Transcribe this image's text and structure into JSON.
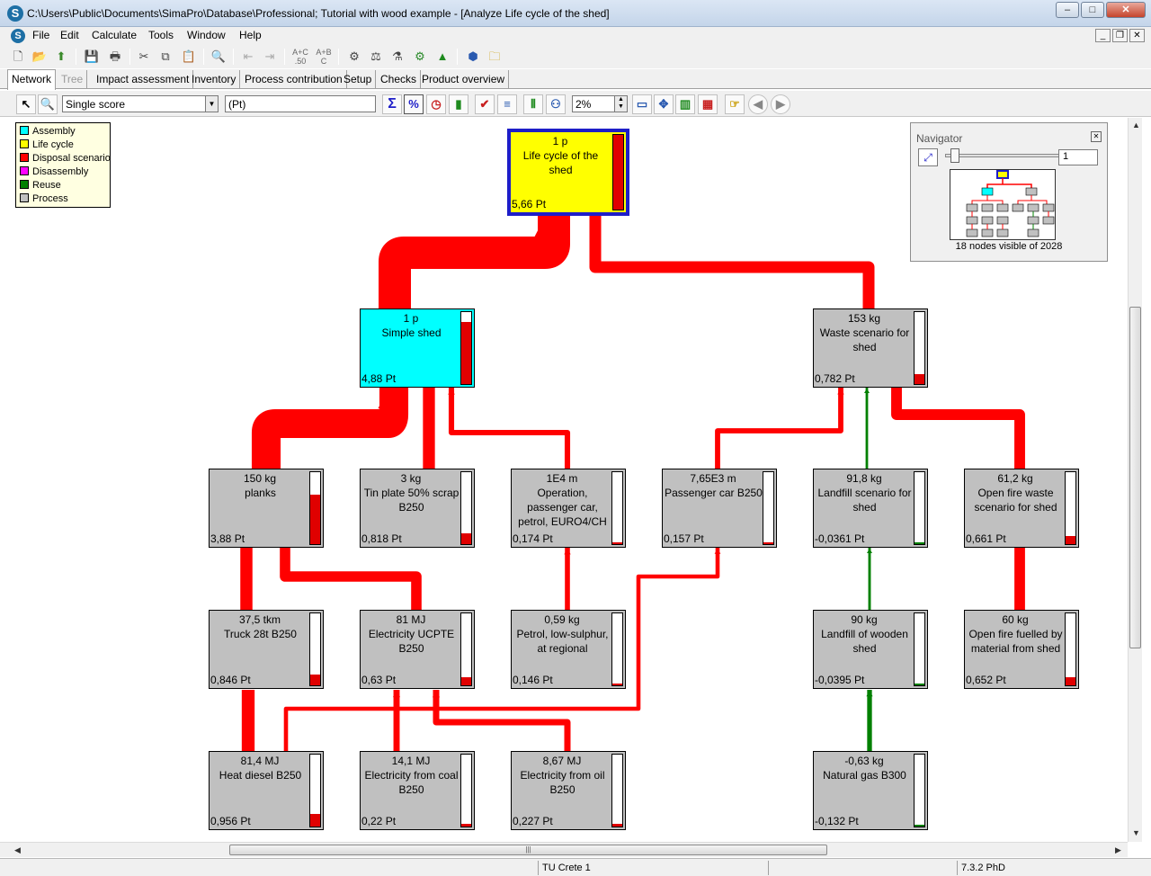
{
  "window": {
    "title": "C:\\Users\\Public\\Documents\\SimaPro\\Database\\Professional; Tutorial with wood example - [Analyze Life cycle of the shed]"
  },
  "menu": [
    "File",
    "Edit",
    "Calculate",
    "Tools",
    "Window",
    "Help"
  ],
  "tabs": [
    {
      "label": "Network",
      "state": "active"
    },
    {
      "label": "Tree",
      "state": "disabled"
    },
    {
      "label": "Impact assessment",
      "state": "normal"
    },
    {
      "label": "Inventory",
      "state": "normal"
    },
    {
      "label": "Process contribution",
      "state": "normal"
    },
    {
      "label": "Setup",
      "state": "normal"
    },
    {
      "label": "Checks",
      "state": "normal"
    },
    {
      "label": "Product overview",
      "state": "normal"
    }
  ],
  "analysis_toolbar": {
    "indicator_select": "Single score",
    "unit_field": "(Pt)",
    "cutoff_value": "2%"
  },
  "legend": [
    {
      "label": "Assembly",
      "color": "#00ffff"
    },
    {
      "label": "Life cycle",
      "color": "#ffff00"
    },
    {
      "label": "Disposal scenario",
      "color": "#ff0000"
    },
    {
      "label": "Disassembly",
      "color": "#ff00ff"
    },
    {
      "label": "Reuse",
      "color": "#008000"
    },
    {
      "label": "Process",
      "color": "#c0c0c0"
    }
  ],
  "nodes": [
    {
      "amount": "1 p",
      "name": "Life cycle of the shed",
      "score": "5,66 Pt",
      "kind": "Life cycle",
      "bar_fraction": 1.0,
      "bar_color": "#e00000"
    },
    {
      "amount": "1 p",
      "name": "Simple shed",
      "score": "4,88 Pt",
      "kind": "Assembly",
      "bar_fraction": 0.862,
      "bar_color": "#e00000"
    },
    {
      "amount": "153 kg",
      "name": "Waste scenario for shed",
      "score": "0,782 Pt",
      "kind": "Process",
      "bar_fraction": 0.138,
      "bar_color": "#e00000"
    },
    {
      "amount": "150 kg",
      "name": "planks",
      "score": "3,88 Pt",
      "kind": "Process",
      "bar_fraction": 0.686,
      "bar_color": "#e00000"
    },
    {
      "amount": "3 kg",
      "name": "Tin plate 50% scrap B250",
      "score": "0,818 Pt",
      "kind": "Process",
      "bar_fraction": 0.145,
      "bar_color": "#e00000"
    },
    {
      "amount": "1E4 m",
      "name": "Operation, passenger car, petrol, EURO4/CH",
      "score": "0,174 Pt",
      "kind": "Process",
      "bar_fraction": 0.031,
      "bar_color": "#e00000"
    },
    {
      "amount": "7,65E3 m",
      "name": "Passenger car B250",
      "score": "0,157 Pt",
      "kind": "Process",
      "bar_fraction": 0.028,
      "bar_color": "#e00000"
    },
    {
      "amount": "91,8 kg",
      "name": "Landfill scenario for shed",
      "score": "-0,0361 Pt",
      "kind": "Process",
      "bar_fraction": 0.01,
      "bar_color": "#008000"
    },
    {
      "amount": "61,2 kg",
      "name": "Open fire waste scenario for shed",
      "score": "0,661 Pt",
      "kind": "Process",
      "bar_fraction": 0.117,
      "bar_color": "#e00000"
    },
    {
      "amount": "37,5 tkm",
      "name": "Truck 28t B250",
      "score": "0,846 Pt",
      "kind": "Process",
      "bar_fraction": 0.15,
      "bar_color": "#e00000"
    },
    {
      "amount": "81 MJ",
      "name": "Electricity UCPTE B250",
      "score": "0,63 Pt",
      "kind": "Process",
      "bar_fraction": 0.111,
      "bar_color": "#e00000"
    },
    {
      "amount": "0,59 kg",
      "name": "Petrol, low-sulphur, at regional",
      "score": "0,146 Pt",
      "kind": "Process",
      "bar_fraction": 0.026,
      "bar_color": "#e00000"
    },
    {
      "amount": "90 kg",
      "name": "Landfill of wooden shed",
      "score": "-0,0395 Pt",
      "kind": "Process",
      "bar_fraction": 0.01,
      "bar_color": "#008000"
    },
    {
      "amount": "60 kg",
      "name": "Open fire fuelled by material from shed",
      "score": "0,652 Pt",
      "kind": "Process",
      "bar_fraction": 0.115,
      "bar_color": "#e00000"
    },
    {
      "amount": "81,4 MJ",
      "name": "Heat diesel B250",
      "score": "0,956 Pt",
      "kind": "Process",
      "bar_fraction": 0.169,
      "bar_color": "#e00000"
    },
    {
      "amount": "14,1 MJ",
      "name": "Electricity from coal B250",
      "score": "0,22 Pt",
      "kind": "Process",
      "bar_fraction": 0.039,
      "bar_color": "#e00000"
    },
    {
      "amount": "8,67 MJ",
      "name": "Electricity from oil B250",
      "score": "0,227 Pt",
      "kind": "Process",
      "bar_fraction": 0.04,
      "bar_color": "#e00000"
    },
    {
      "amount": "-0,63 kg",
      "name": "Natural gas B300",
      "score": "-0,132 Pt",
      "kind": "Process",
      "bar_fraction": 0.023,
      "bar_color": "#008000"
    }
  ],
  "flows": [
    {
      "from": "Simple shed",
      "to": "Life cycle of the shed",
      "color": "#ff0000",
      "weight": 4.88
    },
    {
      "from": "Waste scenario for shed",
      "to": "Life cycle of the shed",
      "color": "#ff0000",
      "weight": 0.782
    },
    {
      "from": "planks",
      "to": "Simple shed",
      "color": "#ff0000",
      "weight": 3.88
    },
    {
      "from": "Tin plate 50% scrap B250",
      "to": "Simple shed",
      "color": "#ff0000",
      "weight": 0.818
    },
    {
      "from": "Operation, passenger car, petrol, EURO4/CH",
      "to": "Simple shed",
      "color": "#ff0000",
      "weight": 0.174
    },
    {
      "from": "Passenger car B250",
      "to": "Waste scenario for shed",
      "color": "#ff0000",
      "weight": 0.157
    },
    {
      "from": "Landfill scenario for shed",
      "to": "Waste scenario for shed",
      "color": "#008000",
      "weight": 0.0361
    },
    {
      "from": "Open fire waste scenario for shed",
      "to": "Waste scenario for shed",
      "color": "#ff0000",
      "weight": 0.661
    },
    {
      "from": "Truck 28t B250",
      "to": "planks",
      "color": "#ff0000",
      "weight": 0.846
    },
    {
      "from": "Electricity UCPTE B250",
      "to": "planks",
      "color": "#ff0000",
      "weight": 0.63
    },
    {
      "from": "Petrol, low-sulphur, at regional",
      "to": "Operation, passenger car, petrol, EURO4/CH",
      "color": "#ff0000",
      "weight": 0.146
    },
    {
      "from": "Landfill of wooden shed",
      "to": "Landfill scenario for shed",
      "color": "#008000",
      "weight": 0.0395
    },
    {
      "from": "Open fire fuelled by material from shed",
      "to": "Open fire waste scenario for shed",
      "color": "#ff0000",
      "weight": 0.652
    },
    {
      "from": "Heat diesel B250",
      "to": "Truck 28t B250",
      "color": "#ff0000",
      "weight": 0.956
    },
    {
      "from": "Heat diesel B250",
      "to": "Passenger car B250",
      "color": "#ff0000",
      "weight": 0.1
    },
    {
      "from": "Electricity from coal B250",
      "to": "Electricity UCPTE B250",
      "color": "#ff0000",
      "weight": 0.22
    },
    {
      "from": "Electricity from oil B250",
      "to": "Electricity UCPTE B250",
      "color": "#ff0000",
      "weight": 0.227
    },
    {
      "from": "Natural gas B300",
      "to": "Landfill of wooden shed",
      "color": "#008000",
      "weight": 0.132
    }
  ],
  "navigator": {
    "title": "Navigator",
    "zoom": "1",
    "status": "18 nodes visible of 2028"
  },
  "status_bar": [
    "TU Crete 1",
    "7.3.2 PhD"
  ]
}
